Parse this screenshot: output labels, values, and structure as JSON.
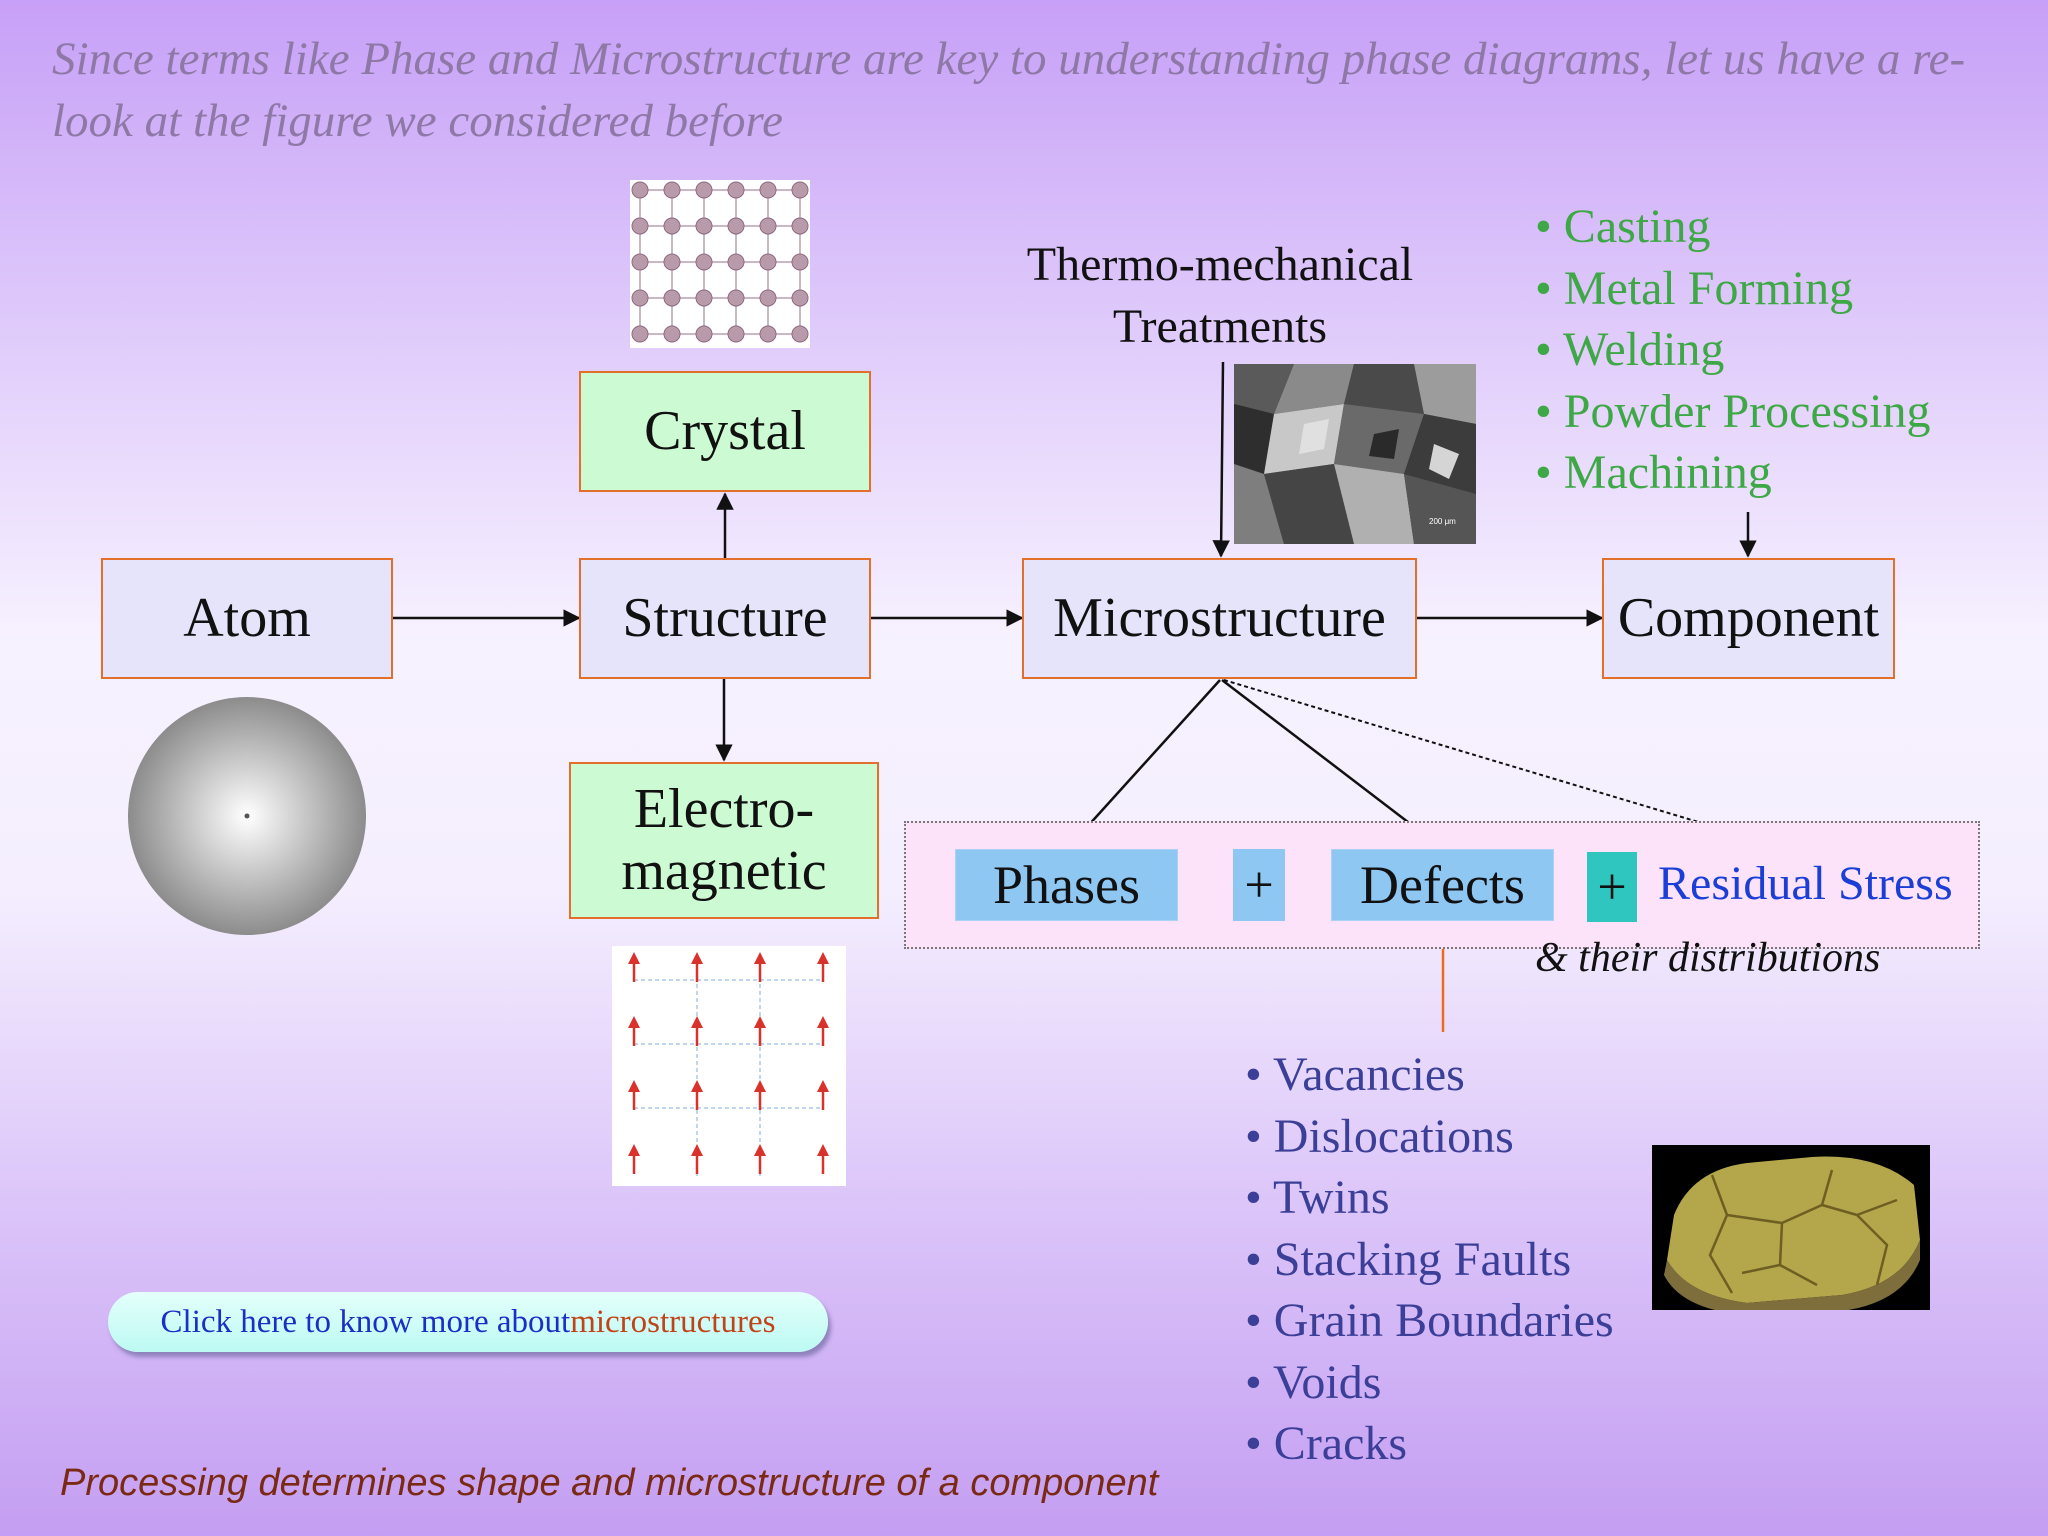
{
  "intro_text": "Since terms like Phase and Microstructure are key to understanding phase diagrams, let us have a re-look at the figure we considered before",
  "nodes": {
    "atom": "Atom",
    "structure": "Structure",
    "microstructure": "Microstructure",
    "component": "Component",
    "crystal": "Crystal",
    "electro_line1": "Electro-",
    "electro_line2": "magnetic"
  },
  "treatments": {
    "line1": "Thermo-mechanical",
    "line2": "Treatments"
  },
  "processing_list": [
    "• Casting",
    "• Metal Forming",
    "• Welding",
    "• Powder Processing",
    "• Machining"
  ],
  "panel": {
    "phases": "Phases",
    "plus1": "+",
    "defects": "Defects",
    "plus2": "+",
    "residual_stress": "Residual Stress",
    "distributions": "& their distributions"
  },
  "defect_list": [
    "• Vacancies",
    "• Dislocations",
    "• Twins",
    "• Stacking Faults",
    "• Grain Boundaries",
    "• Voids",
    "• Cracks"
  ],
  "micrograph_scale": "200 μm",
  "link_button": {
    "text_prefix": "Click here to know more about ",
    "text_accent": "microstructures"
  },
  "footer_text": "Processing determines shape and microstructure of a component",
  "colors": {
    "box_border": "#e36f2c",
    "box_lavender": "#e6e4fb",
    "box_green": "#ccfad2",
    "process_text": "#3ea846",
    "defect_text": "#3c3f97",
    "residual_text": "#1b3fd6",
    "orange_arrow": "#f06a1e"
  }
}
